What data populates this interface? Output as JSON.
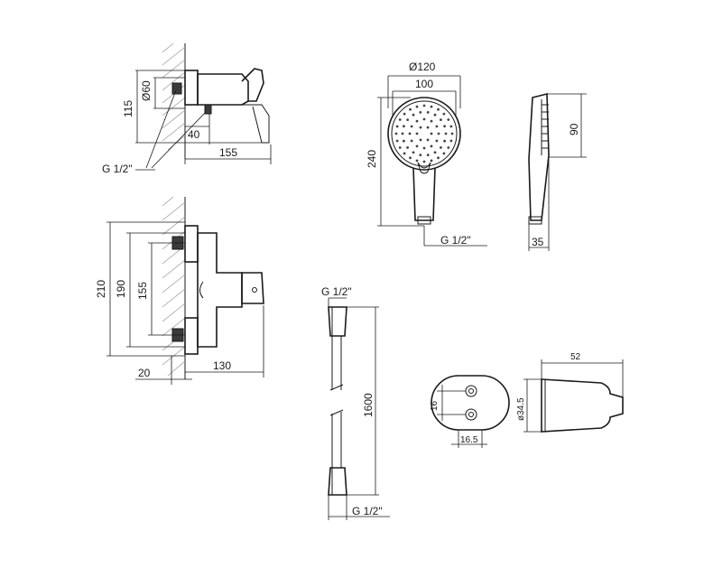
{
  "views": {
    "mixer_side": {
      "dims": {
        "diameter": "Ø60",
        "height": "115",
        "offset": "40",
        "length": "155",
        "thread": "G 1/2\""
      }
    },
    "mixer_front": {
      "dims": {
        "height_total": "210",
        "height_mid": "190",
        "centers": "155",
        "wall": "20",
        "depth": "130"
      }
    },
    "hand_shower_front": {
      "dims": {
        "head_diameter": "Ø120",
        "face_width": "100",
        "length": "240",
        "thread": "G 1/2\""
      }
    },
    "hand_shower_side": {
      "dims": {
        "head_depth": "90",
        "thickness": "35"
      }
    },
    "hose": {
      "dims": {
        "thread_top": "G 1/2\"",
        "length": "1600",
        "thread_bottom": "G 1/2\""
      }
    },
    "holder_front": {
      "dims": {
        "hole_spacing": "16",
        "width": "16.5"
      }
    },
    "holder_side": {
      "dims": {
        "depth": "52",
        "diameter": "ø34.5"
      }
    }
  }
}
